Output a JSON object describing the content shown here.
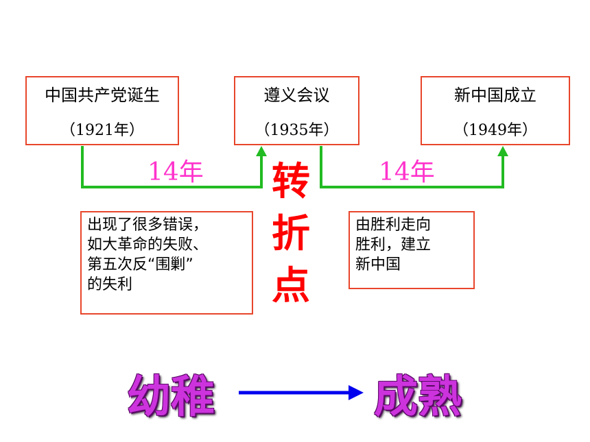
{
  "events": [
    {
      "name": "中国共产党诞生",
      "year": "（1921年）"
    },
    {
      "name": "遵义会议",
      "year": "（1935年）"
    },
    {
      "name": "新中国成立",
      "year": "（1949年）"
    }
  ],
  "intervals": [
    "14年",
    "14年"
  ],
  "turning_point": [
    "转",
    "折",
    "点"
  ],
  "notes": {
    "before": [
      "出现了很多错误，",
      "如大革命的失败、",
      "第五次反“围剿”",
      "的失利"
    ],
    "after": [
      "由胜利走向",
      "胜利，建立",
      "新中国"
    ]
  },
  "transition": {
    "from": "幼稚",
    "to": "成熟"
  },
  "colors": {
    "box_border": "#e8452a",
    "green_arrow": "#22bb22",
    "interval_text": "#ff33cc",
    "turning_point": "#ff0000",
    "blue_arrow": "#0000ee",
    "big_word": "#cc33dd"
  }
}
